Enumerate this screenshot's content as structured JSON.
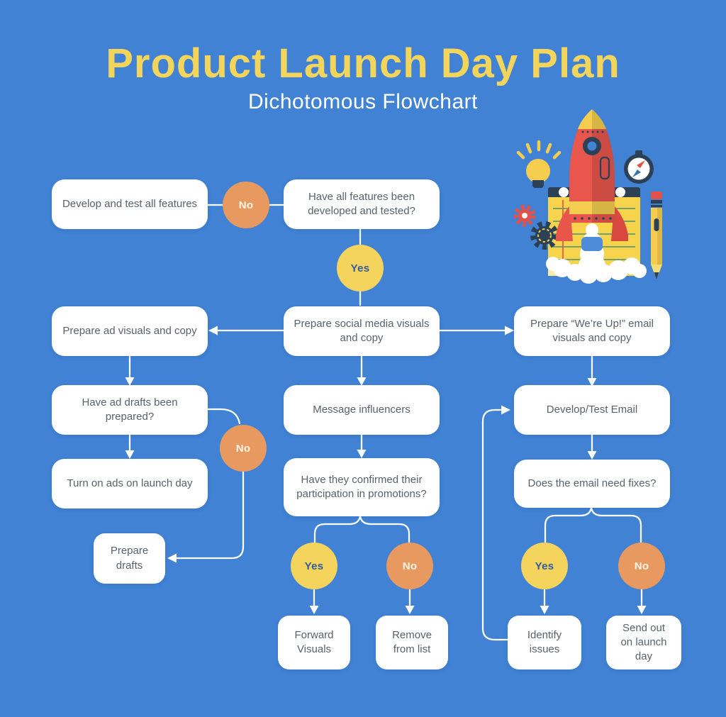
{
  "header": {
    "title": "Product Launch Day Plan",
    "subtitle": "Dichotomous Flowchart"
  },
  "colors": {
    "background": "#4182D4",
    "node_fill": "#FFFFFF",
    "node_text": "#59616B",
    "title_text": "#F3D55B",
    "subtitle_text": "#FFFFFF",
    "yes_fill": "#F4D45C",
    "yes_text": "#2F5D9E",
    "no_fill": "#E8995F",
    "no_text": "#FFF6E8",
    "connector": "#FCFDFE"
  },
  "nodes": {
    "develop_test_features": {
      "label": "Develop and test all features"
    },
    "features_developed_q": {
      "label": "Have all features been developed and tested?"
    },
    "prepare_ad_visuals": {
      "label": "Prepare ad visuals and copy"
    },
    "prepare_social_visuals": {
      "label": "Prepare social media visuals and copy"
    },
    "prepare_email_visuals": {
      "label": "Prepare “We’re Up!” email visuals and copy"
    },
    "ad_drafts_q": {
      "label": "Have ad drafts been prepared?"
    },
    "message_influencers": {
      "label": "Message influencers"
    },
    "develop_test_email": {
      "label": "Develop/Test Email"
    },
    "turn_on_ads": {
      "label": "Turn on ads on launch day"
    },
    "confirmed_participation_q": {
      "label": "Have they confirmed their participation in promotions?"
    },
    "email_fixes_q": {
      "label": "Does the email need fixes?"
    },
    "prepare_drafts": {
      "label": "Prepare drafts"
    },
    "forward_visuals": {
      "label": "Forward Visuals"
    },
    "remove_from_list": {
      "label": "Remove from list"
    },
    "identify_issues": {
      "label": "Identify issues"
    },
    "send_out_launch": {
      "label": "Send out on launch day"
    }
  },
  "badges": {
    "features_no": "No",
    "features_yes": "Yes",
    "ad_drafts_no": "No",
    "confirmed_yes": "Yes",
    "confirmed_no": "No",
    "fixes_yes": "Yes",
    "fixes_no": "No"
  },
  "edges": [
    {
      "from": "features_developed_q",
      "to": "develop_test_features",
      "label": "No"
    },
    {
      "from": "features_developed_q",
      "to": "prepare_social_visuals",
      "label": "Yes"
    },
    {
      "from": "prepare_social_visuals",
      "to": "prepare_ad_visuals",
      "label": ""
    },
    {
      "from": "prepare_social_visuals",
      "to": "prepare_email_visuals",
      "label": ""
    },
    {
      "from": "prepare_ad_visuals",
      "to": "ad_drafts_q",
      "label": ""
    },
    {
      "from": "prepare_social_visuals",
      "to": "message_influencers",
      "label": ""
    },
    {
      "from": "prepare_email_visuals",
      "to": "develop_test_email",
      "label": ""
    },
    {
      "from": "ad_drafts_q",
      "to": "turn_on_ads",
      "label": ""
    },
    {
      "from": "ad_drafts_q",
      "to": "prepare_drafts",
      "label": "No"
    },
    {
      "from": "message_influencers",
      "to": "confirmed_participation_q",
      "label": ""
    },
    {
      "from": "confirmed_participation_q",
      "to": "forward_visuals",
      "label": "Yes"
    },
    {
      "from": "confirmed_participation_q",
      "to": "remove_from_list",
      "label": "No"
    },
    {
      "from": "develop_test_email",
      "to": "email_fixes_q",
      "label": ""
    },
    {
      "from": "email_fixes_q",
      "to": "identify_issues",
      "label": "Yes"
    },
    {
      "from": "email_fixes_q",
      "to": "send_out_launch",
      "label": "No"
    },
    {
      "from": "identify_issues",
      "to": "develop_test_email",
      "label": ""
    }
  ],
  "illustration": {
    "name": "rocket-launch-notepad",
    "elements": [
      "rocket",
      "notepad",
      "lightbulb",
      "gears",
      "compass",
      "pencil",
      "smoke-clouds"
    ]
  }
}
